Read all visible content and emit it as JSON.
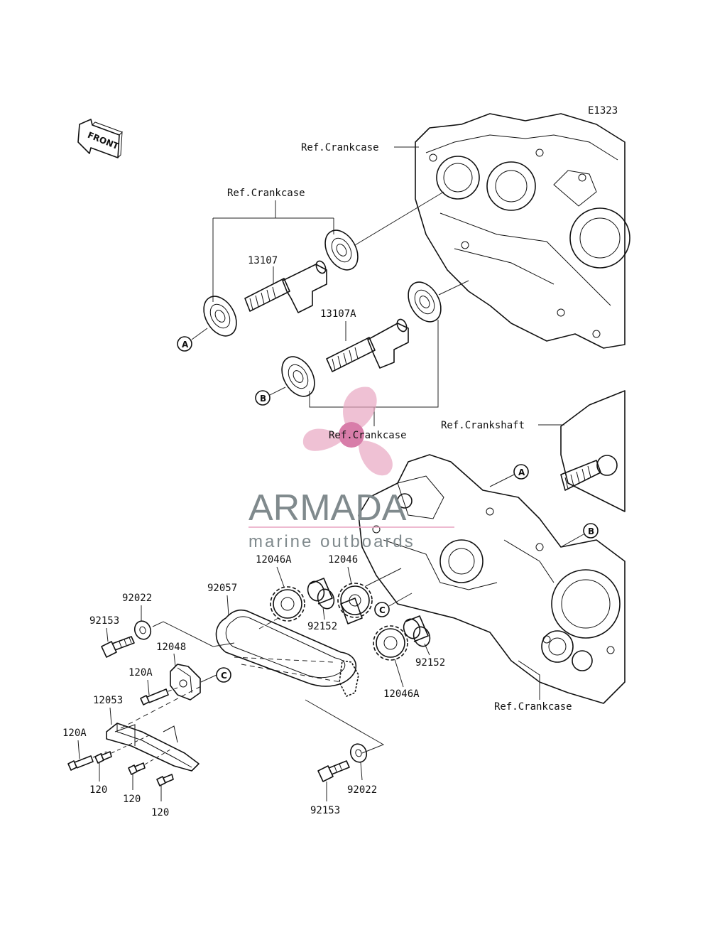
{
  "diagram": {
    "code": "E1323",
    "front_label": "FRONT",
    "refs": {
      "crankcase_top": "Ref.Crankcase",
      "crankcase_left": "Ref.Crankcase",
      "crankcase_mid": "Ref.Crankcase",
      "crankshaft": "Ref.Crankshaft",
      "crankcase_bottom": "Ref.Crankcase"
    },
    "parts": {
      "p13107": "13107",
      "p13107A": "13107A",
      "p12046A_top": "12046A",
      "p12046": "12046",
      "p12046A_bottom": "12046A",
      "p92057": "92057",
      "p92022_top": "92022",
      "p92022_bottom": "92022",
      "p92153_top": "92153",
      "p92153_bottom": "92153",
      "p12048": "12048",
      "p120A_top": "120A",
      "p120A_left": "120A",
      "p12053": "12053",
      "p92152_left": "92152",
      "p92152_right": "92152",
      "p120_1": "120",
      "p120_2": "120",
      "p120_3": "120"
    },
    "callouts": {
      "a_left": "A",
      "b_left": "B",
      "a_right": "A",
      "b_right": "B",
      "c_mid": "C",
      "c_left": "C"
    }
  },
  "watermark": {
    "brand": "ARMADA",
    "tagline": "marine outboards",
    "colors": {
      "pink": "#e8a4c0",
      "gray": "#808a8d"
    }
  }
}
